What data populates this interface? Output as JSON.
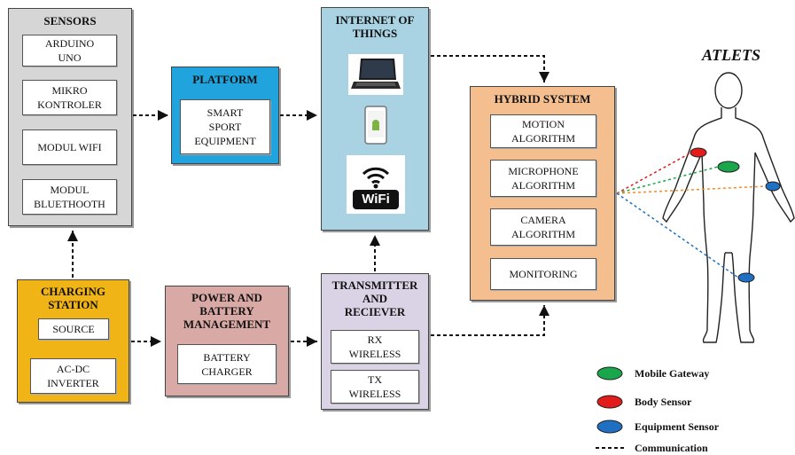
{
  "sensors": {
    "title": "SENSORS",
    "items": [
      "ARDUINO\nUNO",
      "MIKRO\nKONTROLER",
      "MODUL WIFI",
      "MODUL\nBLUETHOOTH"
    ]
  },
  "platform": {
    "title": "PLATFORM",
    "items": [
      "SMART\nSPORT\nEQUIPMENT"
    ]
  },
  "iot": {
    "title": "INTERNET OF\nTHINGS",
    "icons": [
      "laptop-icon",
      "smartphone-icon",
      "wifi-icon"
    ],
    "wifi_text": "WiFi"
  },
  "hybrid": {
    "title": "HYBRID SYSTEM",
    "items": [
      "MOTION\nALGORITHM",
      "MICROPHONE\nALGORITHM",
      "CAMERA\nALGORITHM",
      "MONITORING"
    ]
  },
  "charging": {
    "title": "CHARGING\nSTATION",
    "items": [
      "SOURCE",
      "AC-DC\nINVERTER"
    ]
  },
  "power": {
    "title": "POWER AND\nBATTERY\nMANAGEMENT",
    "items": [
      "BATTERY\nCHARGER"
    ]
  },
  "trx": {
    "title": "TRANSMITTER\nAND\nRECIEVER",
    "items": [
      "RX\nWIRELESS",
      "TX\nWIRELESS"
    ]
  },
  "athlete": {
    "title": "ATLETS"
  },
  "legend": {
    "items": [
      {
        "label": "Mobile Gateway",
        "color": "#1aa64a",
        "shape": "ellipse"
      },
      {
        "label": "Body Sensor",
        "color": "#e21b1b",
        "shape": "ellipse"
      },
      {
        "label": "Equipment Sensor",
        "color": "#1f6fc3",
        "shape": "ellipse"
      },
      {
        "label": "Communication",
        "color": "#111111",
        "shape": "dashed-line"
      }
    ]
  }
}
